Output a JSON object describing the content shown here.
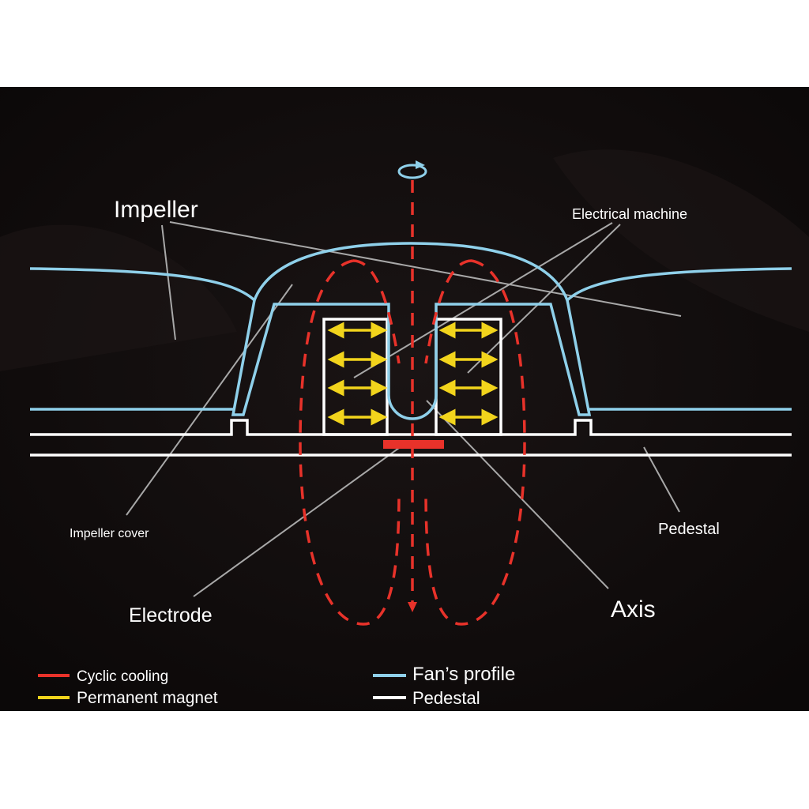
{
  "labels": {
    "impeller": "Impeller",
    "electrical_machine": "Electrical machine",
    "impeller_cover": "Impeller cover",
    "electrode": "Electrode",
    "axis": "Axis",
    "pedestal": "Pedestal"
  },
  "legend": [
    {
      "label": "Cyclic cooling",
      "color": "#e8322a"
    },
    {
      "label": "Permanent magnet",
      "color": "#f2d41c"
    },
    {
      "label": "Fan’s profile",
      "color": "#8fd0ea"
    },
    {
      "label": "Pedestal",
      "color": "#ffffff"
    }
  ],
  "colors": {
    "background": "#0f0a0a",
    "fan_profile": "#8fd0ea",
    "pedestal": "#ffffff",
    "cooling": "#e8322a",
    "magnet": "#f2d41c",
    "leader": "#a8a8a8"
  }
}
